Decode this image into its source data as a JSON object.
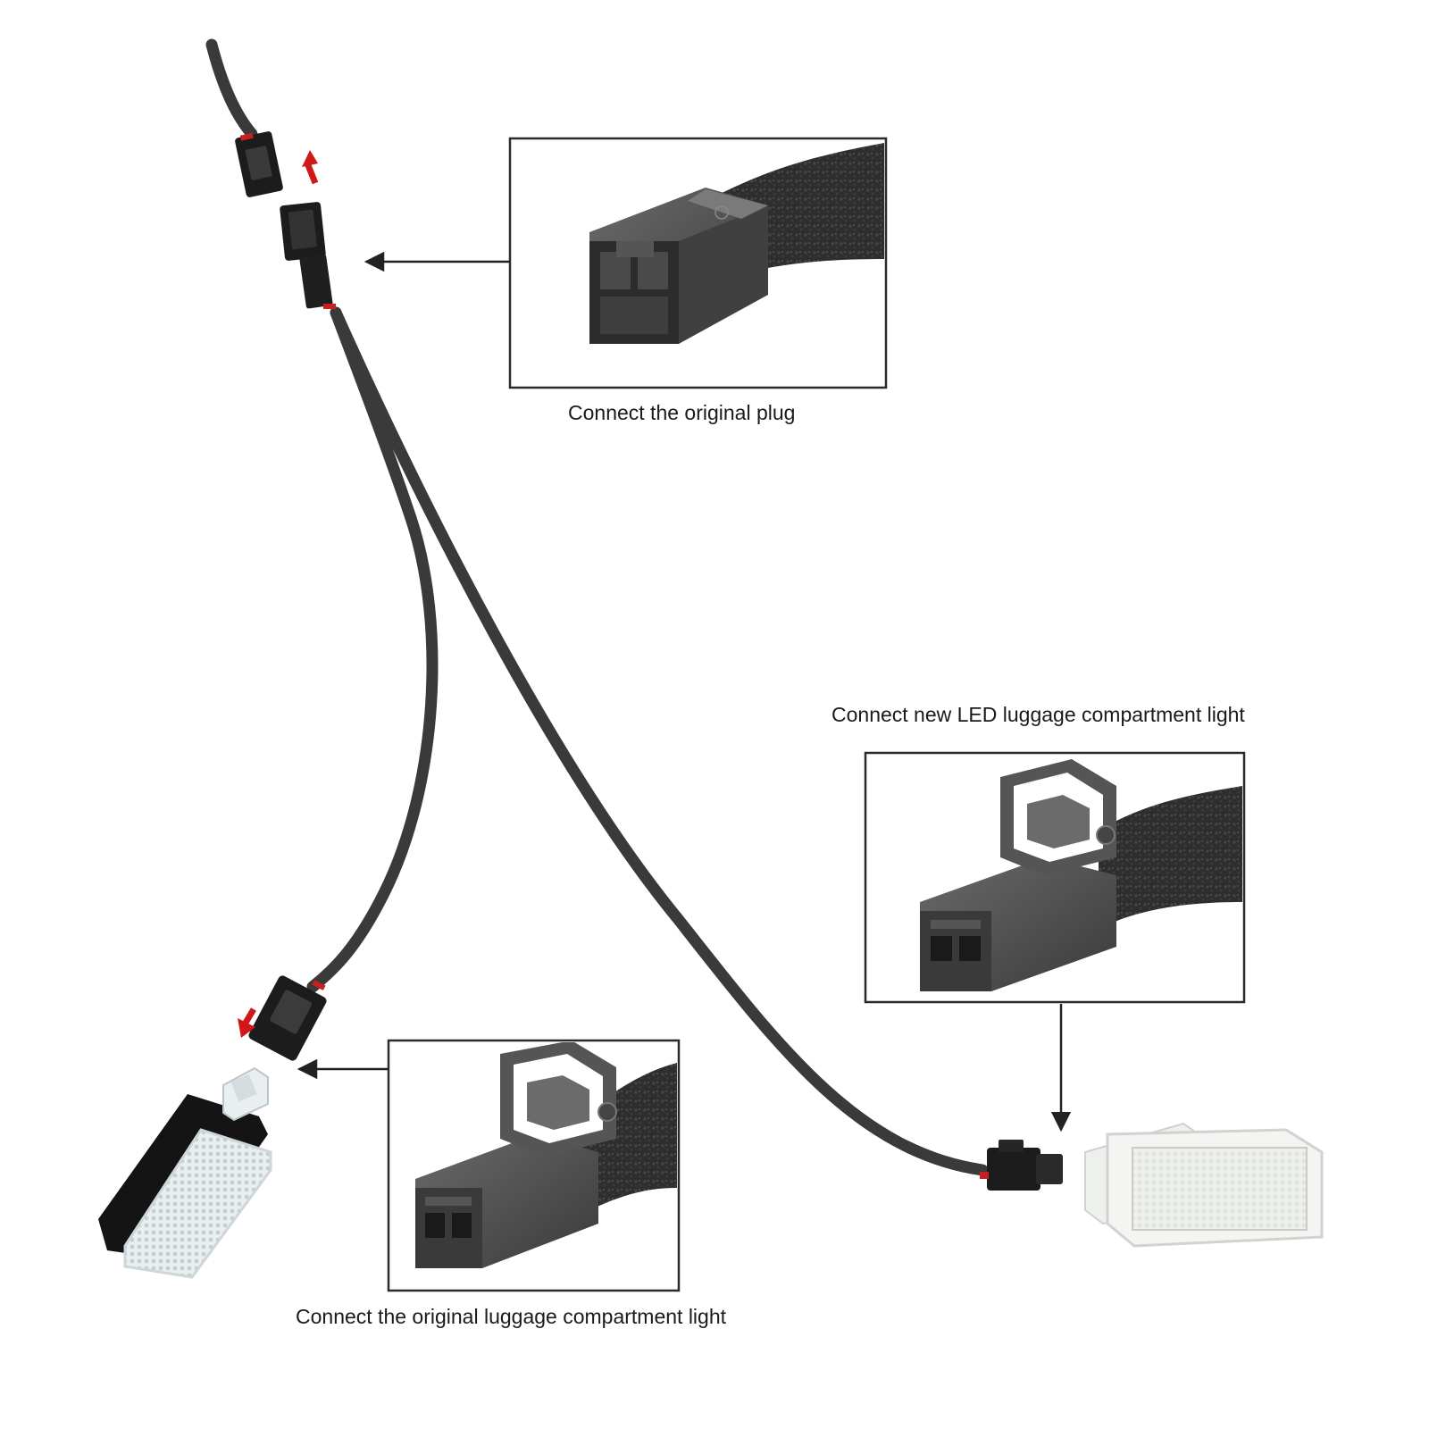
{
  "captions": {
    "original_plug": "Connect the original plug",
    "new_led_light": "Connect new LED luggage compartment light",
    "original_light": "Connect the original luggage compartment light"
  },
  "colors": {
    "cable": "#3a3a3a",
    "connector": "#1c1c1c",
    "direction_arrow": "#d01818",
    "callout_frame": "#2a2a2a",
    "felt_tape": "#2f2f2f",
    "lens": "#eef2f4"
  },
  "icons": {
    "direction_arrows": "red-direction-arrow-icon",
    "pointers": "black-pointer-arrow-icon"
  }
}
